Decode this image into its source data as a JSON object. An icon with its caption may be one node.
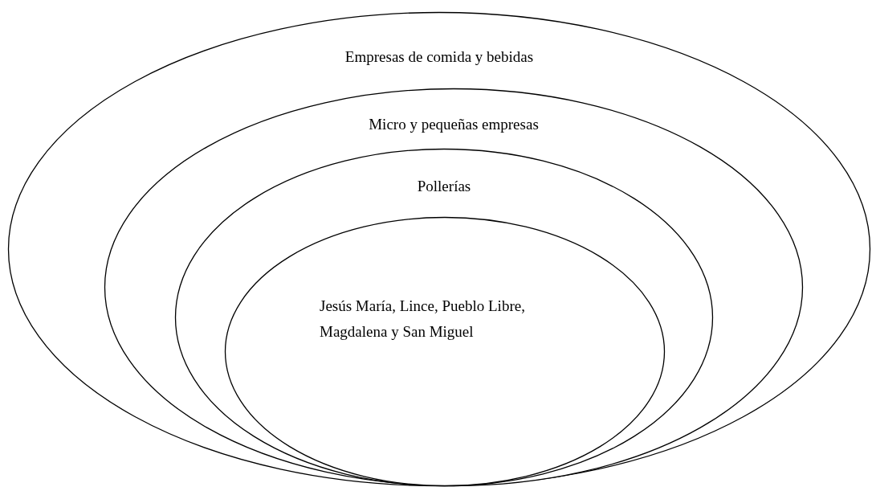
{
  "diagram": {
    "nodes": [
      {
        "text": [
          "Empresas de comida y bebidas"
        ]
      },
      {
        "text": [
          "Micro y pequeñas empresas"
        ],
        "in": 0
      },
      {
        "text": [
          "Pollerías"
        ],
        "in": 1
      },
      {
        "text": [
          "Jesús María, Lince, Pueblo Libre, Magdalena y San Miguel"
        ],
        "in": 2
      }
    ]
  }
}
